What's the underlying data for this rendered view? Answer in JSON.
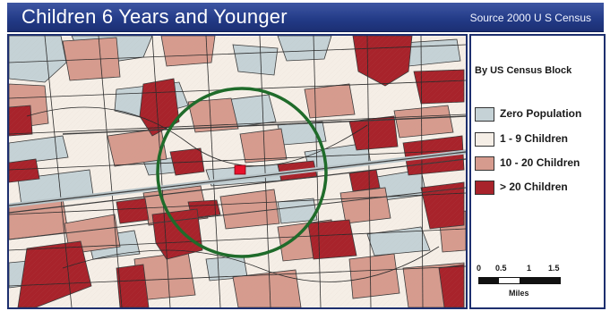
{
  "header": {
    "title": "Children 6 Years and Younger",
    "source": "Source 2000 U S  Census"
  },
  "legend": {
    "heading": "By US Census Block",
    "items": [
      {
        "label": "Zero Population",
        "color": "#c5d2d6"
      },
      {
        "label": "1 - 9 Children",
        "color": "#f5eee6"
      },
      {
        "label": "10 - 20 Children",
        "color": "#d69b8e"
      },
      {
        "label": "> 20 Children",
        "color": "#a8232b"
      }
    ]
  },
  "scale": {
    "ticks": [
      "0",
      "0.5",
      "1",
      "1.5"
    ],
    "unit": "Miles"
  },
  "colors": {
    "header": "#223a86",
    "border": "#1d2f6e",
    "circle": "#1f6b2a",
    "site_marker": "#e8112b"
  }
}
